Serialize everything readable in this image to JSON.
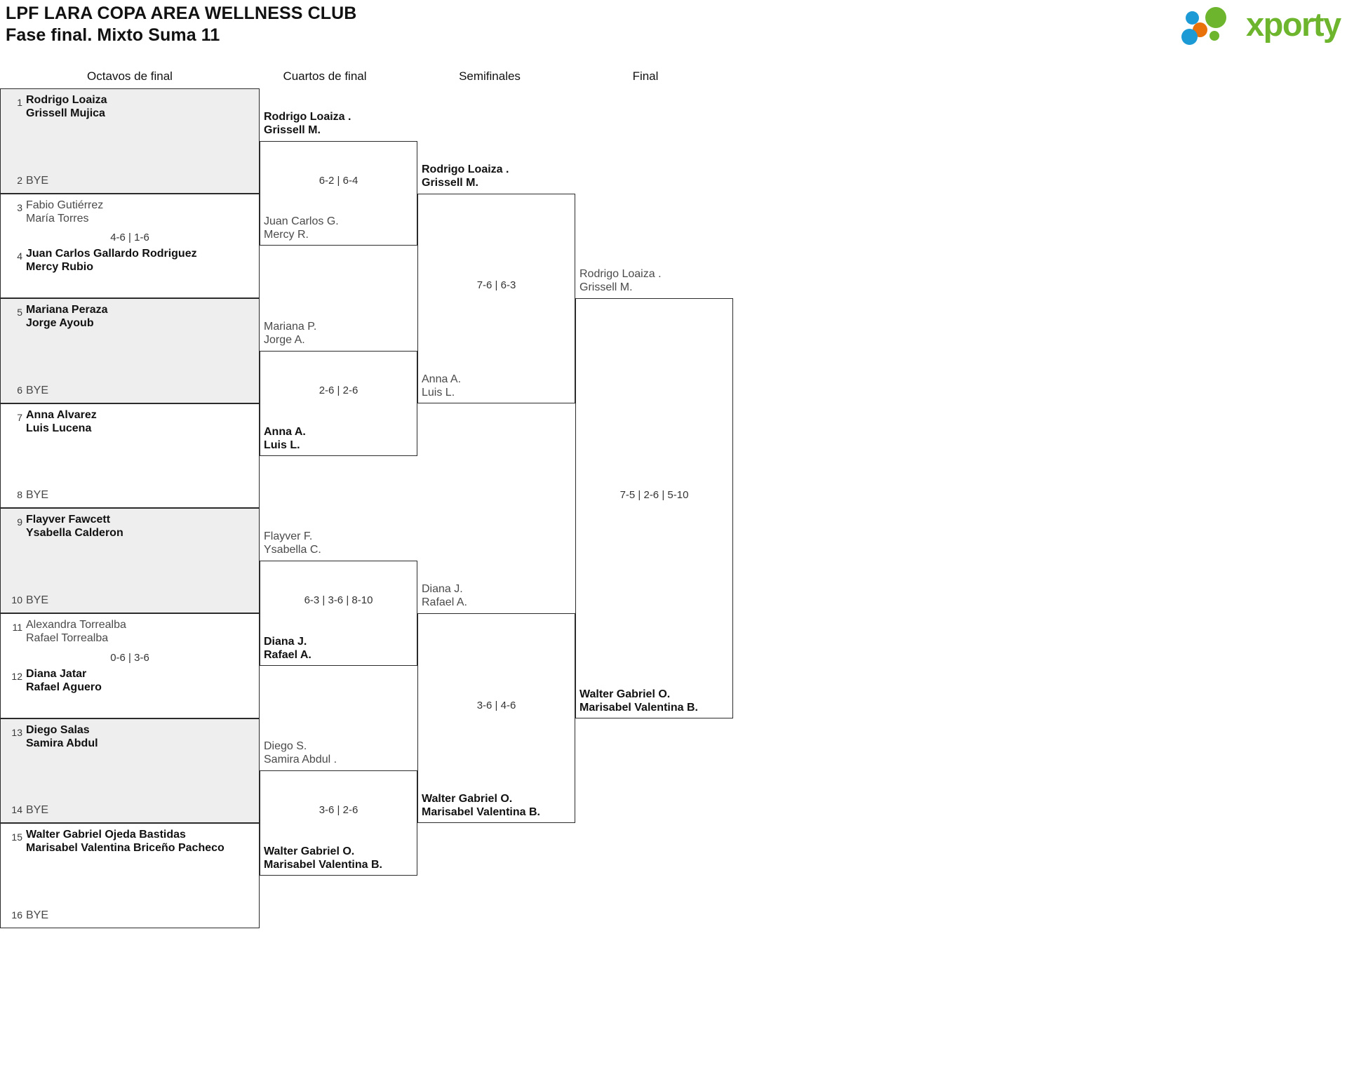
{
  "header": {
    "title_line1": "LPF LARA COPA AREA WELLNESS CLUB",
    "title_line2": "Fase final. Mixto Suma 11",
    "logo_text": "xporty",
    "logo_colors": {
      "green": "#6cb52d",
      "blue": "#1c9ad6",
      "orange": "#e8710a"
    }
  },
  "rounds": [
    {
      "label": "Octavos de final"
    },
    {
      "label": "Cuartos de final"
    },
    {
      "label": "Semifinales"
    },
    {
      "label": "Final"
    }
  ],
  "round1": {
    "slots": [
      {
        "seed": "1",
        "line1": "Rodrigo Loaiza",
        "line2": "Grissell Mujica",
        "winner": true,
        "bye": false
      },
      {
        "seed": "2",
        "line1": "BYE",
        "line2": "",
        "winner": false,
        "bye": true
      },
      {
        "seed": "3",
        "line1": "Fabio Gutiérrez",
        "line2": "María Torres",
        "winner": false,
        "bye": false
      },
      {
        "seed": "4",
        "line1": "Juan Carlos Gallardo Rodriguez",
        "line2": "Mercy Rubio",
        "winner": true,
        "bye": false
      },
      {
        "seed": "5",
        "line1": "Mariana Peraza",
        "line2": "Jorge Ayoub",
        "winner": true,
        "bye": false
      },
      {
        "seed": "6",
        "line1": "BYE",
        "line2": "",
        "winner": false,
        "bye": true
      },
      {
        "seed": "7",
        "line1": "Anna Alvarez",
        "line2": "Luis Lucena",
        "winner": true,
        "bye": false
      },
      {
        "seed": "8",
        "line1": "BYE",
        "line2": "",
        "winner": false,
        "bye": true
      },
      {
        "seed": "9",
        "line1": "Flayver Fawcett",
        "line2": "Ysabella Calderon",
        "winner": true,
        "bye": false
      },
      {
        "seed": "10",
        "line1": "BYE",
        "line2": "",
        "winner": false,
        "bye": true
      },
      {
        "seed": "11",
        "line1": "Alexandra Torrealba",
        "line2": "Rafael Torrealba",
        "winner": false,
        "bye": false
      },
      {
        "seed": "12",
        "line1": "Diana Jatar",
        "line2": "Rafael Aguero",
        "winner": true,
        "bye": false
      },
      {
        "seed": "13",
        "line1": "Diego Salas",
        "line2": "Samira Abdul",
        "winner": true,
        "bye": false
      },
      {
        "seed": "14",
        "line1": "BYE",
        "line2": "",
        "winner": false,
        "bye": true
      },
      {
        "seed": "15",
        "line1": "Walter Gabriel Ojeda Bastidas",
        "line2": "Marisabel Valentina Briceño Pacheco",
        "winner": true,
        "bye": false
      },
      {
        "seed": "16",
        "line1": "BYE",
        "line2": "",
        "winner": false,
        "bye": true
      }
    ],
    "scores": [
      "",
      "4-6 | 1-6",
      "",
      "",
      "",
      "0-6 | 3-6",
      "",
      ""
    ]
  },
  "round2": {
    "matches": [
      {
        "score": "6-2 | 6-4",
        "top": {
          "line1": "Rodrigo Loaiza .",
          "line2": "Grissell M.",
          "winner": true
        },
        "bottom": {
          "line1": "Juan Carlos G.",
          "line2": "Mercy R.",
          "winner": false
        }
      },
      {
        "score": "2-6 | 2-6",
        "top": {
          "line1": "Mariana P.",
          "line2": "Jorge A.",
          "winner": false
        },
        "bottom": {
          "line1": "Anna A.",
          "line2": "Luis L.",
          "winner": true
        }
      },
      {
        "score": "6-3 | 3-6 | 8-10",
        "top": {
          "line1": "Flayver F.",
          "line2": "Ysabella C.",
          "winner": false
        },
        "bottom": {
          "line1": "Diana J.",
          "line2": "Rafael A.",
          "winner": true
        }
      },
      {
        "score": "3-6 | 2-6",
        "top": {
          "line1": "Diego S.",
          "line2": "Samira Abdul .",
          "winner": false
        },
        "bottom": {
          "line1": "Walter Gabriel O.",
          "line2": "Marisabel Valentina B.",
          "winner": true
        }
      }
    ]
  },
  "round3": {
    "matches": [
      {
        "score": "7-6 | 6-3",
        "top": {
          "line1": "Rodrigo Loaiza .",
          "line2": "Grissell M.",
          "winner": true
        },
        "bottom": {
          "line1": "Anna A.",
          "line2": "Luis L.",
          "winner": false
        }
      },
      {
        "score": "3-6 | 4-6",
        "top": {
          "line1": "Diana J.",
          "line2": "Rafael A.",
          "winner": false
        },
        "bottom": {
          "line1": "Walter Gabriel O.",
          "line2": "Marisabel Valentina B.",
          "winner": true
        }
      }
    ]
  },
  "round4": {
    "matches": [
      {
        "score": "7-5 | 2-6 | 5-10",
        "top": {
          "line1": "Rodrigo Loaiza .",
          "line2": "Grissell M.",
          "winner": false
        },
        "bottom": {
          "line1": "Walter Gabriel O.",
          "line2": "Marisabel Valentina B.",
          "winner": true
        }
      }
    ]
  }
}
